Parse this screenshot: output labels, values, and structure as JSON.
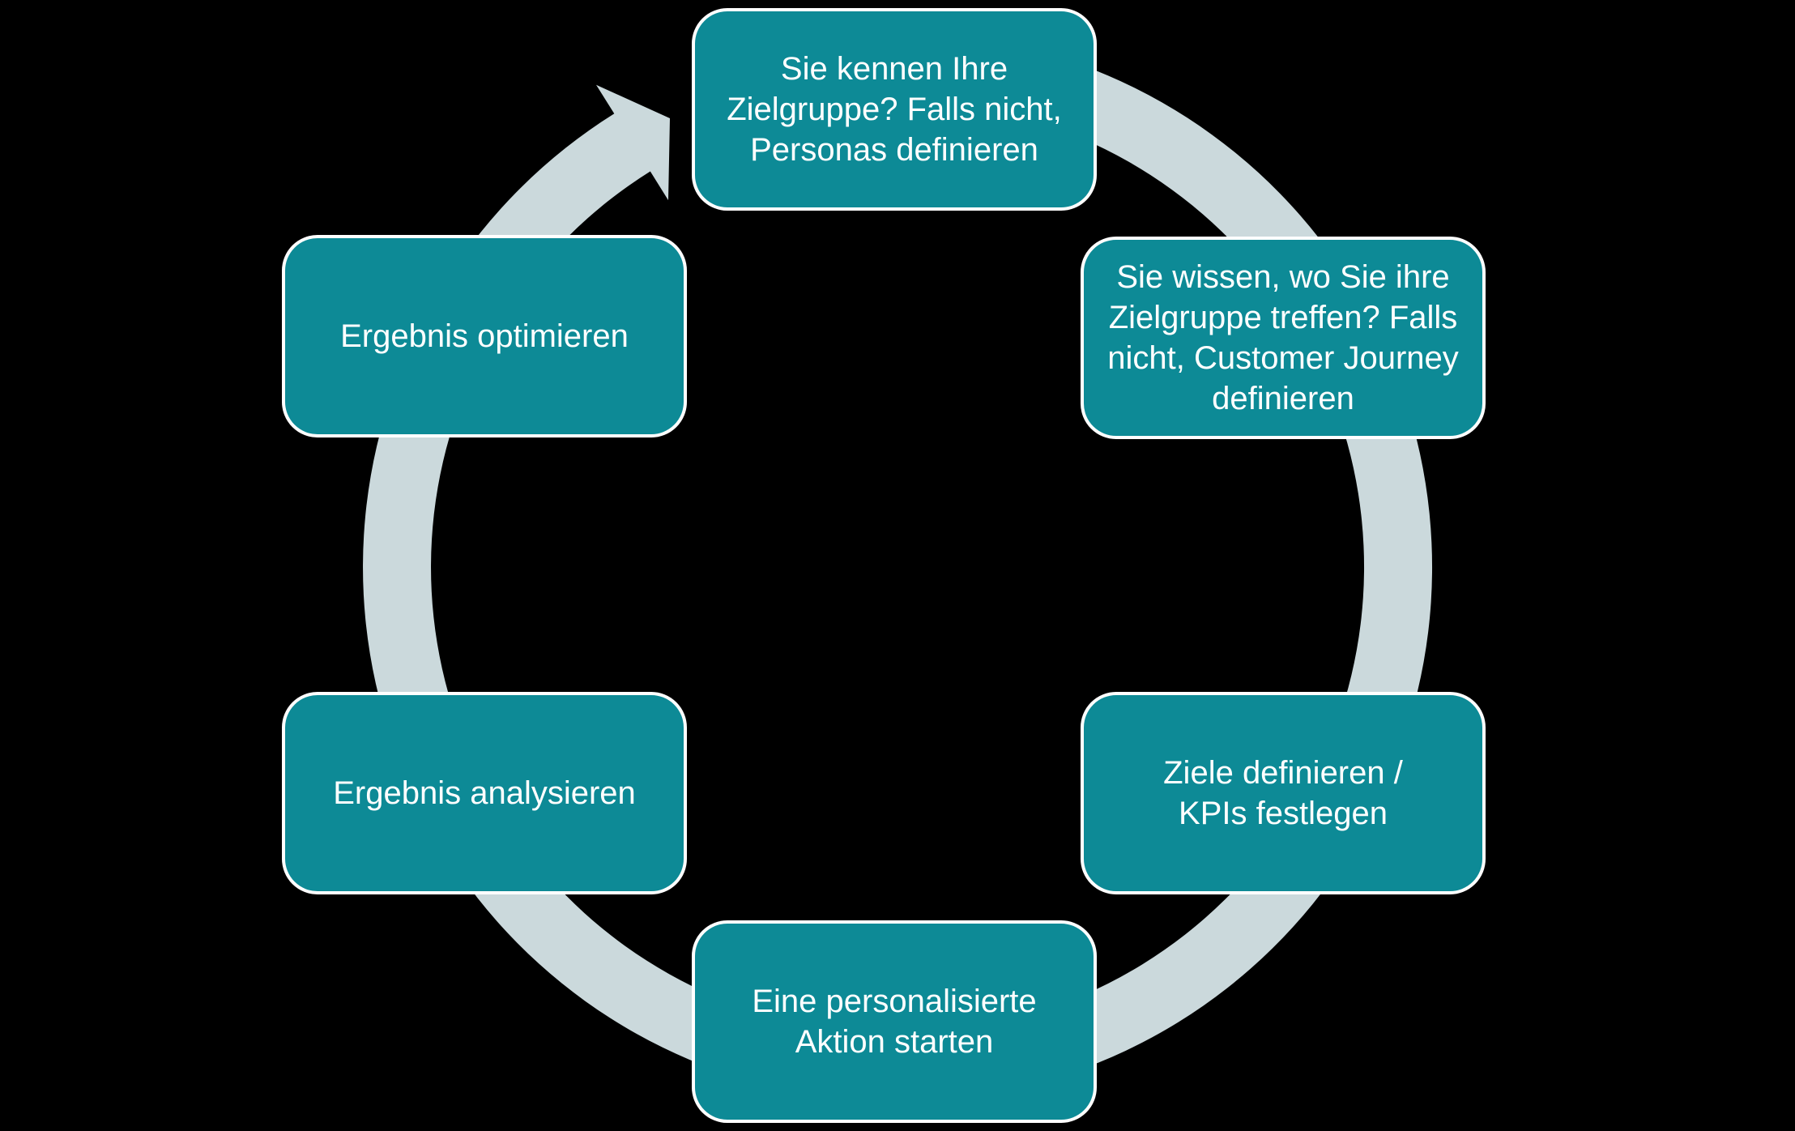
{
  "diagram": {
    "type": "cycle",
    "direction": "clockwise",
    "colors": {
      "background": "#000000",
      "ring": "#cbd9dc",
      "node_fill": "#0d8a96",
      "node_border": "#ffffff",
      "node_text": "#ffffff"
    },
    "nodes": [
      {
        "id": "personas-definieren",
        "position": "top",
        "label": "Sie kennen Ihre Zielgruppe? Falls nicht, Personas definieren",
        "lines": [
          "Sie kennen Ihre",
          "Zielgruppe? Falls nicht,",
          "Personas definieren"
        ]
      },
      {
        "id": "customer-journey-definieren",
        "position": "top-right",
        "label": "Sie wissen, wo Sie ihre Zielgruppe treffen? Falls nicht, Customer Journey definieren",
        "lines": [
          "Sie wissen, wo Sie ihre",
          "Zielgruppe treffen? Falls",
          "nicht, Customer Journey",
          "definieren"
        ]
      },
      {
        "id": "ziele-kpis-festlegen",
        "position": "bottom-right",
        "label": "Ziele definieren / KPIs festlegen",
        "lines": [
          "Ziele definieren /",
          "KPIs festlegen"
        ]
      },
      {
        "id": "aktion-starten",
        "position": "bottom",
        "label": "Eine personalisierte Aktion starten",
        "lines": [
          "Eine personalisierte",
          "Aktion starten"
        ]
      },
      {
        "id": "ergebnis-analysieren",
        "position": "bottom-left",
        "label": "Ergebnis analysieren",
        "lines": [
          "Ergebnis analysieren"
        ]
      },
      {
        "id": "ergebnis-optimieren",
        "position": "top-left",
        "label": "Ergebnis optimieren",
        "lines": [
          "Ergebnis optimieren"
        ]
      }
    ]
  }
}
